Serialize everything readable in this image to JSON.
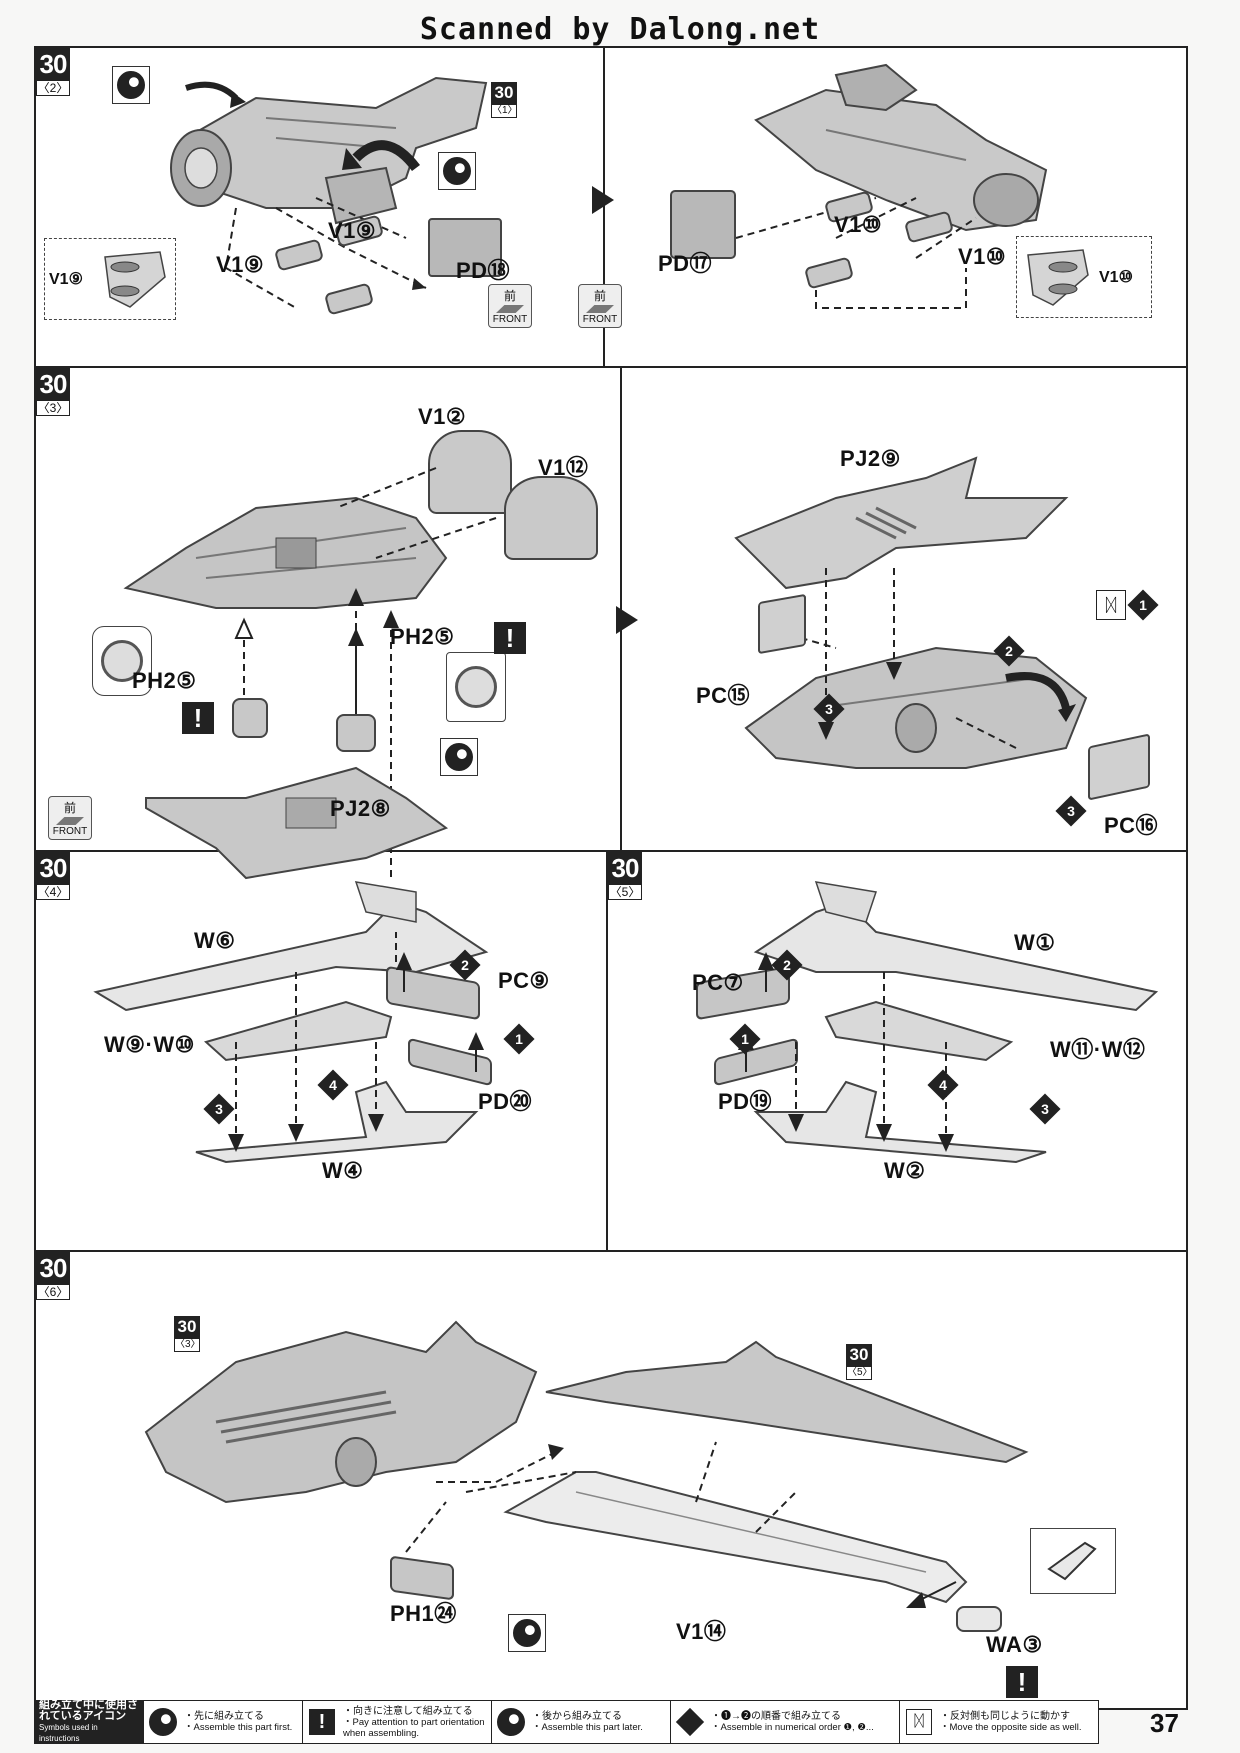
{
  "watermark": "Scanned by Dalong.net",
  "page_number": "37",
  "steps": {
    "s2": {
      "num": "30",
      "sub": "〈2〉",
      "ref_num": "30",
      "ref_sub": "〈1〉"
    },
    "s3": {
      "num": "30",
      "sub": "〈3〉"
    },
    "s4": {
      "num": "30",
      "sub": "〈4〉"
    },
    "s5": {
      "num": "30",
      "sub": "〈5〉"
    },
    "s6": {
      "num": "30",
      "sub": "〈6〉",
      "ref_a_num": "30",
      "ref_a_sub": "〈3〉",
      "ref_b_num": "30",
      "ref_b_sub": "〈5〉"
    }
  },
  "front_badge": {
    "kanji": "前",
    "label": "FRONT"
  },
  "labels": {
    "s2_v19_a": "V1⑨",
    "s2_v19_b": "V1⑨",
    "s2_v19_detail": "V1⑨",
    "s2_pd18": "PD⑱",
    "s2_pd17": "PD⑰",
    "s2_v110_a": "V1⑩",
    "s2_v110_b": "V1⑩",
    "s2_v110_detail": "V1⑩",
    "s3_v12": "V1②",
    "s3_v112": "V1⑫",
    "s3_ph25_a": "PH2⑤",
    "s3_ph25_b": "PH2⑤",
    "s3_pj28": "PJ2⑧",
    "s3_pj29": "PJ2⑨",
    "s3_pc15": "PC⑮",
    "s3_pc16": "PC⑯",
    "s4_w6": "W⑥",
    "s4_w910": "W⑨·W⑩",
    "s4_pc9": "PC⑨",
    "s4_pd20": "PD⑳",
    "s4_w4": "W④",
    "s5_w1": "W①",
    "s5_pc7": "PC⑦",
    "s5_w1112": "W⑪·W⑫",
    "s5_pd19": "PD⑲",
    "s5_w2": "W②",
    "s6_ph124": "PH1㉔",
    "s6_v114": "V1⑭",
    "s6_wa3": "WA③"
  },
  "order_marks": {
    "one": "1",
    "two": "2",
    "three": "3",
    "four": "4",
    "excl": "!"
  },
  "legend": {
    "heading_jp": "組み立て中に使用されているアイコン",
    "heading_en": "Symbols used in instructions",
    "items": [
      {
        "jp": "・先に組み立てる",
        "en": "・Assemble this part first."
      },
      {
        "jp": "・向きに注意して組み立てる",
        "en": "・Pay attention to part orientation when assembling."
      },
      {
        "jp": "・後から組み立てる",
        "en": "・Assemble this part later."
      },
      {
        "jp": "・❶→❷の順番で組み立てる",
        "en": "・Assemble in numerical order ❶, ❷..."
      },
      {
        "jp": "・反対側も同じように動かす",
        "en": "・Move the opposite side as well."
      }
    ]
  }
}
